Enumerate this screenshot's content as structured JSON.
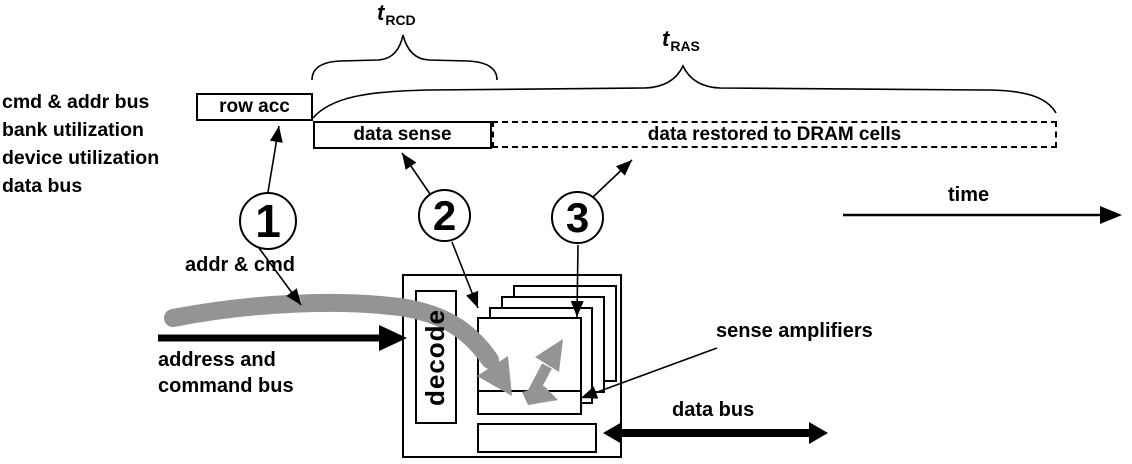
{
  "diagram": {
    "title_hint": "DRAM row access timing (tRCD / tRAS) and device data flow",
    "row_labels": [
      "cmd & addr bus",
      "bank utilization",
      "device utilization",
      "data bus"
    ],
    "timeline": {
      "row_acc": "row acc",
      "data_sense": "data sense",
      "data_restored": "data restored to DRAM cells"
    },
    "timing": {
      "trcd_base": "t",
      "trcd_sub": "RCD",
      "tras_base": "t",
      "tras_sub": "RAS"
    },
    "time_label": "time",
    "steps": [
      "1",
      "2",
      "3"
    ],
    "device": {
      "decode": "decode"
    },
    "labels": {
      "addr_cmd": "addr & cmd",
      "bus_line1": "address and",
      "bus_line2": "command bus",
      "sense_amp": "sense amplifiers",
      "data_bus": "data bus"
    },
    "colors": {
      "ink": "#000000",
      "gray_arrow": "#949494",
      "background": "#ffffff"
    }
  }
}
